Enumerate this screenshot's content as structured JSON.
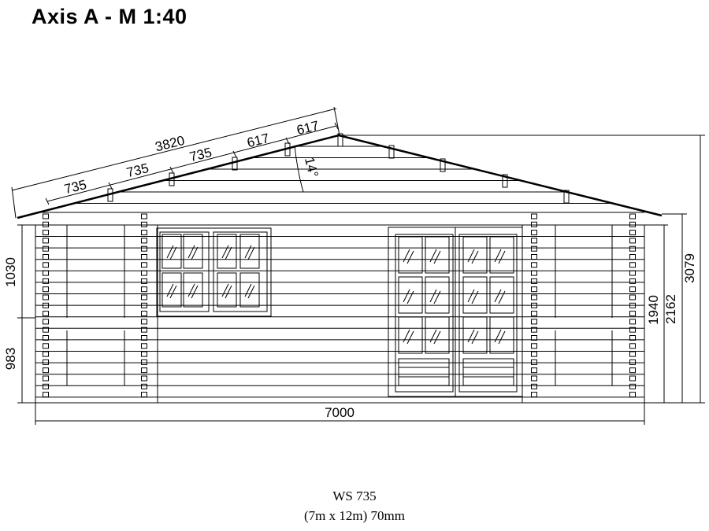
{
  "title": "Axis A - M 1:40",
  "dimensions": {
    "roof_length": "3820",
    "roof_segments": [
      "735",
      "735",
      "735",
      "617",
      "617"
    ],
    "roof_angle": "14°",
    "left_upper": "1030",
    "left_lower": "983",
    "right_wall": "1940",
    "right_eave": "2162",
    "right_total": "3079",
    "width": "7000"
  },
  "caption": {
    "model": "WS 735",
    "spec": "(7m x 12m) 70mm"
  }
}
